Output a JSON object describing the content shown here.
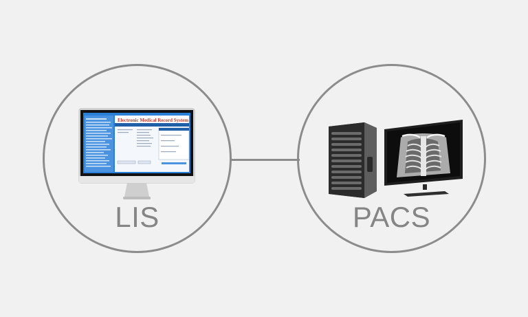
{
  "nodes": {
    "lis": {
      "label": "LIS"
    },
    "pacs": {
      "label": "PACS"
    }
  },
  "emr_screen": {
    "title": "Electronic Medical Record System"
  },
  "colors": {
    "background": "#f1f1f1",
    "ring": "#8c8c8c",
    "label": "#858585",
    "screen_blue": "#2a7fd6"
  }
}
